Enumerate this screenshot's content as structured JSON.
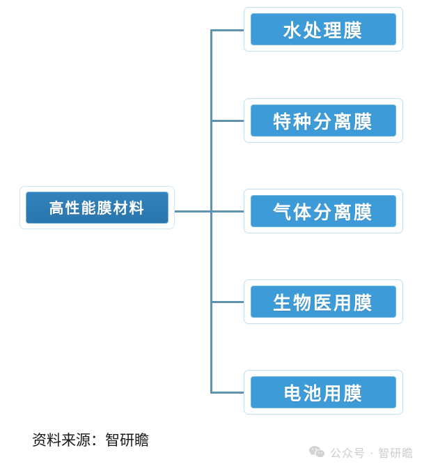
{
  "diagram": {
    "type": "tree",
    "root": {
      "label": "高性能膜材料",
      "fill_color": "#2F7AB2",
      "text_color": "#FFFFFF"
    },
    "children": [
      {
        "label": "水处理膜",
        "fill_color": "#3D9BD8",
        "text_color": "#FFFFFF"
      },
      {
        "label": "特种分离膜",
        "fill_color": "#3D9BD8",
        "text_color": "#FFFFFF"
      },
      {
        "label": "气体分离膜",
        "fill_color": "#3D9BD8",
        "text_color": "#FFFFFF"
      },
      {
        "label": "生物医用膜",
        "fill_color": "#3D9BD8",
        "text_color": "#FFFFFF"
      },
      {
        "label": "电池用膜",
        "fill_color": "#3D9BD8",
        "text_color": "#FFFFFF"
      }
    ],
    "connector_color": "#5E93AD",
    "box_border_color": "#BFE0F2"
  },
  "footer": {
    "source_note": "资料来源：智研瞻"
  },
  "watermark": {
    "icon": "wechat-icon",
    "text": "公众号 · 智研瞻",
    "color": "#AFAFAF"
  }
}
